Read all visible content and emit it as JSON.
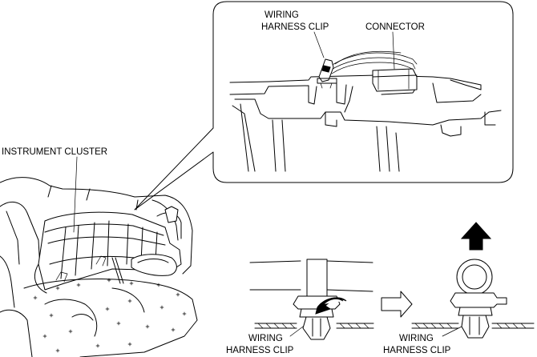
{
  "labels": {
    "callout_clip_line1": "WIRING",
    "callout_clip_line2": "HARNESS CLIP",
    "callout_connector": "CONNECTOR",
    "instrument_cluster": "INSTRUMENT CLUSTER",
    "step1_line1": "WIRING",
    "step1_line2": "HARNESS CLIP",
    "step2_line1": "WIRING",
    "step2_line2": "HARNESS CLIP"
  }
}
